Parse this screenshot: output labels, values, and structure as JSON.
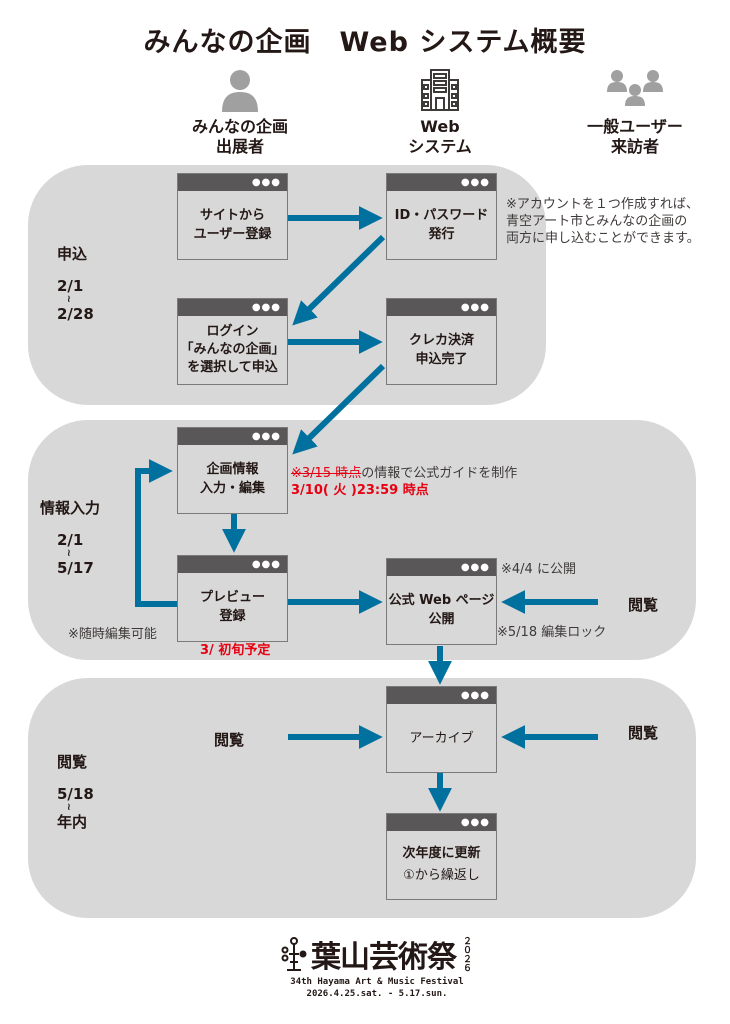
{
  "title": "みんなの企画　Web システム概要",
  "colors": {
    "arrow": "#00709f",
    "band": "#d8d8d8",
    "window_bar": "#595757",
    "accent_red": "#e60012"
  },
  "actors": [
    {
      "icon": "person-icon",
      "line1": "みんなの企画",
      "line2": "出展者"
    },
    {
      "icon": "building-icon",
      "line1": "Web",
      "line2": "システム"
    },
    {
      "icon": "group-icon",
      "line1": "一般ユーザー",
      "line2": "来訪者"
    }
  ],
  "phases": [
    {
      "label": "申込",
      "from": "2/1",
      "tilde": "≀",
      "to": "2/28"
    },
    {
      "label": "情報入力",
      "from": "2/1",
      "tilde": "≀",
      "to": "5/17"
    },
    {
      "label": "閲覧",
      "from": "5/18",
      "tilde": "≀",
      "to": "年内"
    }
  ],
  "windows": {
    "register": {
      "dots": "●●●",
      "line1": "サイトから",
      "line2": "ユーザー登録"
    },
    "issue_id": {
      "dots": "●●●",
      "line1": "ID・パスワード",
      "line2": "発行"
    },
    "login": {
      "dots": "●●●",
      "line1": "ログイン",
      "line2": "「みんなの企画」",
      "line3": "を選択して申込"
    },
    "payment": {
      "dots": "●●●",
      "line1": "クレカ決済",
      "line2": "申込完了"
    },
    "info_input": {
      "dots": "●●●",
      "line1": "企画情報",
      "line2": "入力・編集"
    },
    "preview": {
      "dots": "●●●",
      "line1": "プレビュー",
      "line2": "登録"
    },
    "publish": {
      "dots": "●●●",
      "line1": "公式 Web ページ",
      "line2": "公開"
    },
    "archive": {
      "dots": "●●●",
      "line1": "アーカイブ"
    },
    "renew": {
      "dots": "●●●",
      "line1": "次年度に更新",
      "line2": "①から繰返し"
    }
  },
  "notes": {
    "account": [
      "※アカウントを１つ作成すれば、",
      "青空アート市とみんなの企画の",
      "両方に申し込むことができます。"
    ],
    "guide_struck": "※3/15 時点",
    "guide_rest": "の情報で公式ガイドを制作",
    "guide_new_deadline": "3/10( 火 )23:59 時点",
    "anytime_edit": "※随時編集可能",
    "preview_schedule": "3/ 初旬予定",
    "publish_date": "※4/4 に公開",
    "edit_lock": "※5/18 編集ロック"
  },
  "view_labels": {
    "visitor_publish": "閲覧",
    "exhibitor_archive": "閲覧",
    "visitor_archive": "閲覧"
  },
  "footer": {
    "logo_text": "葉山芸術祭",
    "logo_side": "２０２６",
    "festival": "34th Hayama Art & Music Festival",
    "dates": "2026.4.25.sat. - 5.17.sun."
  }
}
